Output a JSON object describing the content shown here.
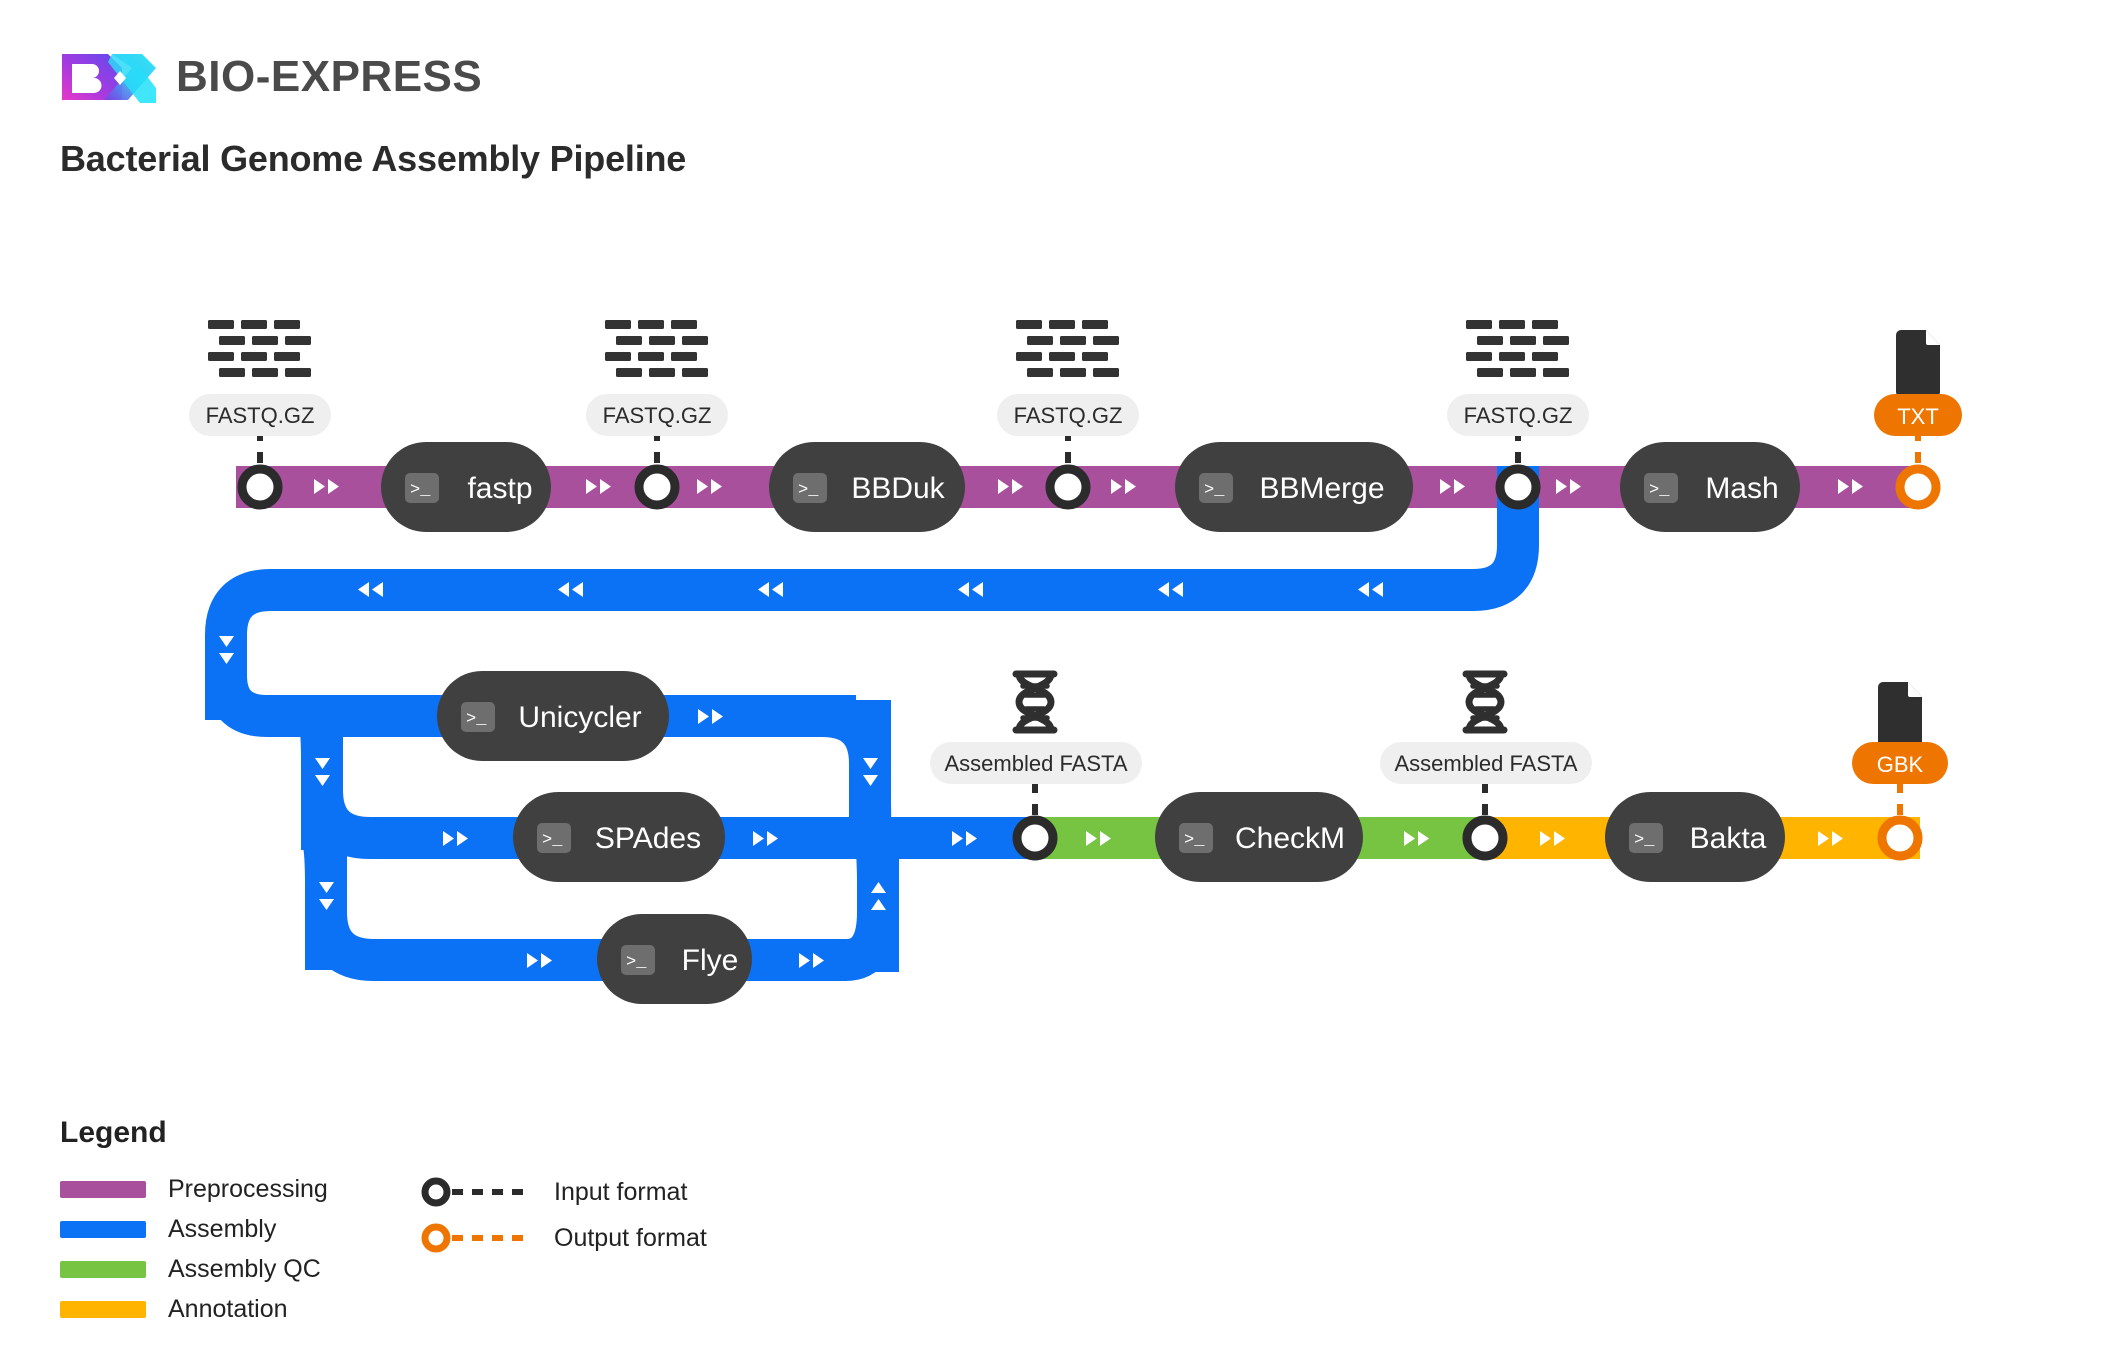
{
  "brand": {
    "name": "BIO-EXPRESS",
    "logo_icon": "bio-express-logo-icon"
  },
  "page": {
    "title": "Bacterial Genome Assembly Pipeline"
  },
  "colors": {
    "preprocessing": "#A9509D",
    "assembly": "#0B72F5",
    "assembly_qc": "#76C442",
    "annotation": "#FFB400",
    "output": "#EE7600",
    "node": "#404040",
    "input_marker": "#2b2b2b",
    "chip_bg": "#EFEFEF"
  },
  "stages": {
    "preprocessing": {
      "label": "Preprocessing",
      "tools": [
        {
          "name": "fastp",
          "icon": "terminal-icon"
        },
        {
          "name": "BBDuk",
          "icon": "terminal-icon"
        },
        {
          "name": "BBMerge",
          "icon": "terminal-icon"
        },
        {
          "name": "Mash",
          "icon": "terminal-icon"
        }
      ],
      "inputs": [
        {
          "label": "FASTQ.GZ",
          "icon": "sequence-reads-icon"
        },
        {
          "label": "FASTQ.GZ",
          "icon": "sequence-reads-icon"
        },
        {
          "label": "FASTQ.GZ",
          "icon": "sequence-reads-icon"
        },
        {
          "label": "FASTQ.GZ",
          "icon": "sequence-reads-icon"
        }
      ],
      "output": {
        "label": "TXT",
        "icon": "document-icon"
      }
    },
    "assembly": {
      "label": "Assembly",
      "tools": [
        {
          "name": "Unicycler",
          "icon": "terminal-icon"
        },
        {
          "name": "SPAdes",
          "icon": "terminal-icon"
        },
        {
          "name": "Flye",
          "icon": "terminal-icon"
        }
      ]
    },
    "assembly_qc": {
      "label": "Assembly QC",
      "tools": [
        {
          "name": "CheckM",
          "icon": "terminal-icon"
        }
      ],
      "input": {
        "label": "Assembled FASTA",
        "icon": "dna-helix-icon"
      }
    },
    "annotation": {
      "label": "Annotation",
      "tools": [
        {
          "name": "Bakta",
          "icon": "terminal-icon"
        }
      ],
      "input": {
        "label": "Assembled FASTA",
        "icon": "dna-helix-icon"
      },
      "output": {
        "label": "GBK",
        "icon": "document-icon"
      }
    }
  },
  "legend": {
    "title": "Legend",
    "categories": [
      {
        "label": "Preprocessing",
        "color": "#A9509D"
      },
      {
        "label": "Assembly",
        "color": "#0B72F5"
      },
      {
        "label": "Assembly QC",
        "color": "#76C442"
      },
      {
        "label": "Annotation",
        "color": "#FFB400"
      }
    ],
    "markers": [
      {
        "label": "Input format",
        "color": "#2b2b2b",
        "icon": "input-marker-icon"
      },
      {
        "label": "Output format",
        "color": "#EE7600",
        "icon": "output-marker-icon"
      }
    ]
  }
}
